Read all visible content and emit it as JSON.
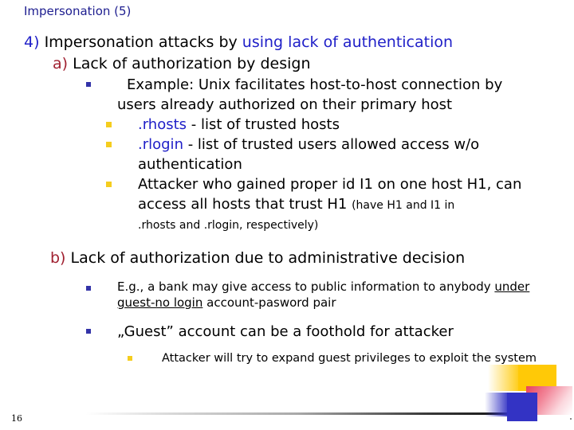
{
  "slide": {
    "title": "Impersonation (5)",
    "page_number": "16"
  },
  "colors": {
    "title_blue": "#1d1d8f",
    "number_blue": "#2020c8",
    "letter_red": "#a02030",
    "bullet_blue": "#3333a8",
    "bullet_gold": "#f5cd1e",
    "body_black": "#000000",
    "deco_gold": "#ffc907",
    "deco_blue": "#3333c4",
    "deco_pink": "#e8415c"
  },
  "content": {
    "item4": {
      "marker": "4)",
      "text_black": "Impersonation attacks by ",
      "text_blue": "using lack of authentication"
    },
    "item_a": {
      "marker": "a)",
      "text": "Lack of authorization by design"
    },
    "example": {
      "line1": "Example: Unix facilitates host-to-host connection by",
      "line2": "users already authorized on their primary host"
    },
    "rhosts": {
      "term": ".rhosts",
      "rest": " - list of trusted hosts"
    },
    "rlogin": {
      "term": ".rlogin",
      "rest": " - list of trusted users allowed access w/o authentication"
    },
    "attacker": {
      "main": "Attacker who gained proper id I1 on one host H1, can access all hosts that trust H1 ",
      "note": "(have H1 and I1 in",
      "note2": ".rhosts and .rlogin, respectively)"
    },
    "item_b": {
      "marker": "b)",
      "text": "Lack of authorization due to administrative decision"
    },
    "bank": {
      "pre": "E.g., a bank may give access to public information to anybody ",
      "underlined": "under guest-no login",
      "post": " account-pasword pair"
    },
    "guest": {
      "text": "„Guest” account can be a foothold for attacker"
    },
    "expand": {
      "text": "Attacker will try to expand guest privileges to exploit the system"
    }
  }
}
